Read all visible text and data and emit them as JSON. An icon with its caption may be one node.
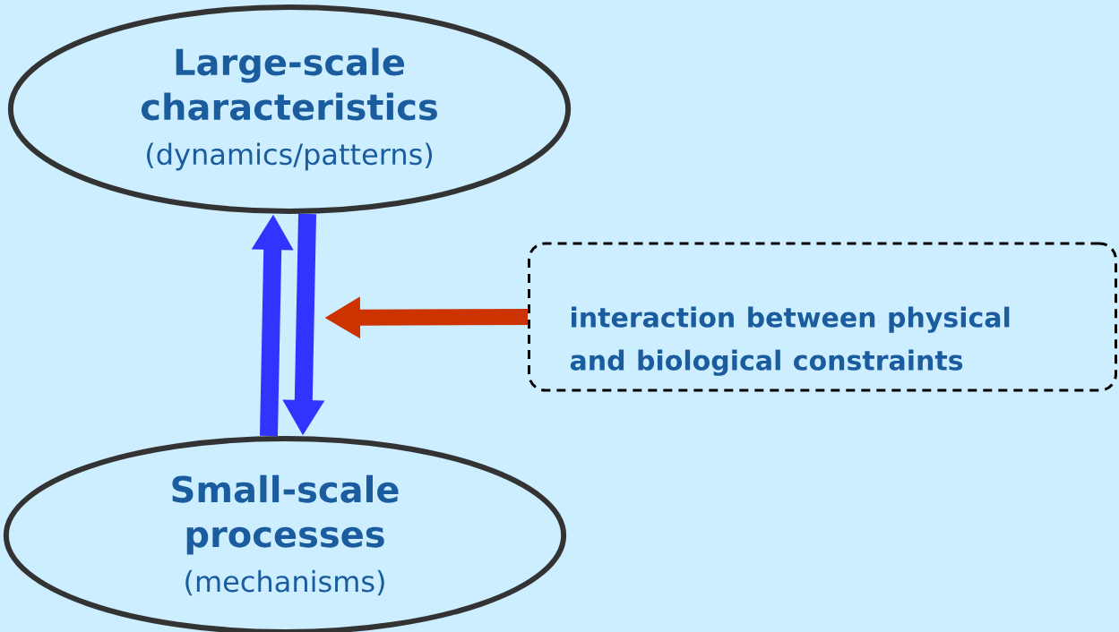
{
  "diagram": {
    "nodes": [
      {
        "text": [
          "Large-scale characteristics",
          "(dynamics/patterns)"
        ]
      },
      {
        "text": [
          "Small-scale processes",
          "(mechanisms)"
        ]
      },
      {
        "text": [
          "interaction between physical and biological constraints"
        ]
      }
    ],
    "edges": [
      {
        "from": 1,
        "to": 0,
        "arrow": "to"
      },
      {
        "from": 0,
        "to": 1,
        "arrow": "to"
      },
      {
        "from": 2,
        "to": null,
        "arrow": "to",
        "color": "#cc3300"
      }
    ]
  }
}
